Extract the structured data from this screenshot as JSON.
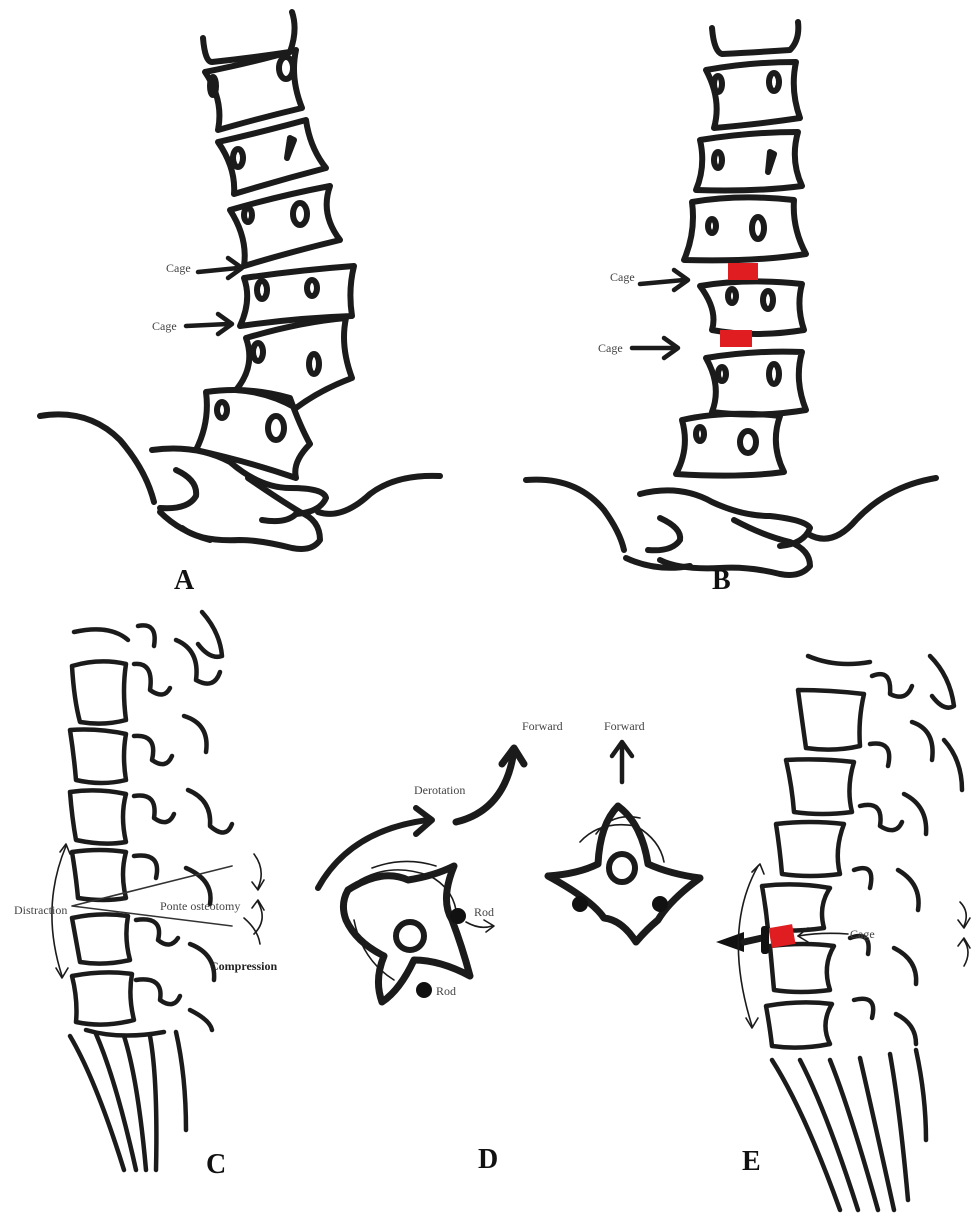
{
  "panels": {
    "a": {
      "letter": "A",
      "cage_labels": [
        "Cage",
        "Cage"
      ]
    },
    "b": {
      "letter": "B",
      "cage_labels": [
        "Cage",
        "Cage"
      ]
    },
    "c": {
      "letter": "C",
      "distraction": "Distraction",
      "osteotomy": "Ponte osteotomy",
      "compression": "Compression"
    },
    "d": {
      "letter": "D",
      "forward_left": "Forward",
      "forward_right": "Forward",
      "derotation": "Derotation",
      "rod_upper": "Rod",
      "rod_lower": "Rod"
    },
    "e": {
      "letter": "E",
      "cage": "Cage"
    }
  },
  "colors": {
    "ink": "#1b1b1b",
    "cage": "#e01e22",
    "background": "#ffffff"
  }
}
